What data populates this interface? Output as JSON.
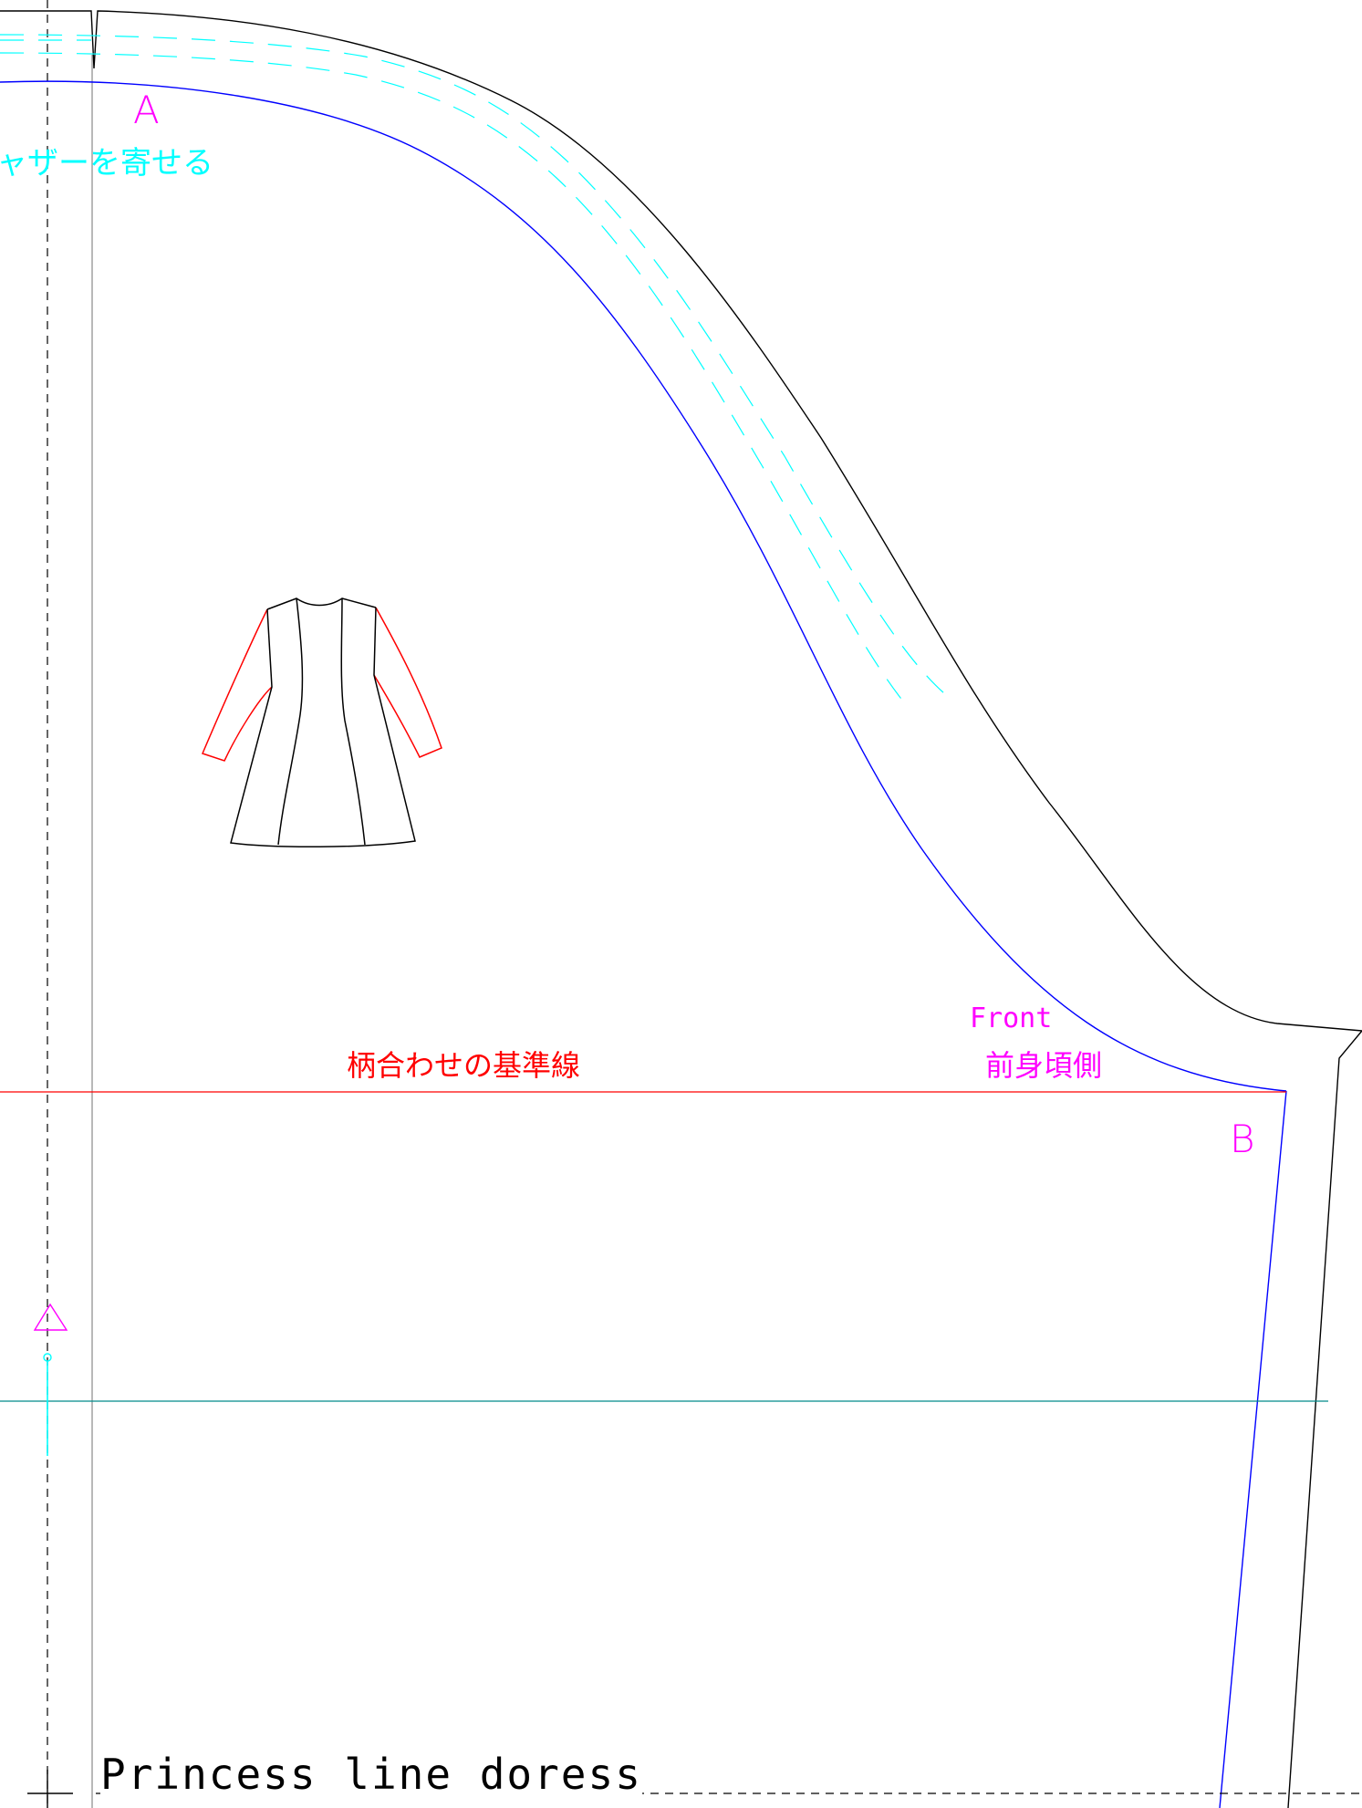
{
  "labels": {
    "point_a": "A",
    "point_b": "B",
    "gather_note": "ギャザーを寄せる",
    "pattern_match_line": "柄合わせの基準線",
    "front_en": "Front",
    "front_jp": "前身頃側",
    "title": "Princess line doress"
  },
  "colors": {
    "outline": "#000000",
    "seam_line": "#0000ff",
    "guide": "#00ffff",
    "label": "#ff00ff",
    "match_line": "#ff0000",
    "teal_line": "#008b8b",
    "gray_line": "#999999"
  },
  "icons": {
    "notch": "triangle-marker-icon",
    "dress": "dress-illustration-icon"
  }
}
